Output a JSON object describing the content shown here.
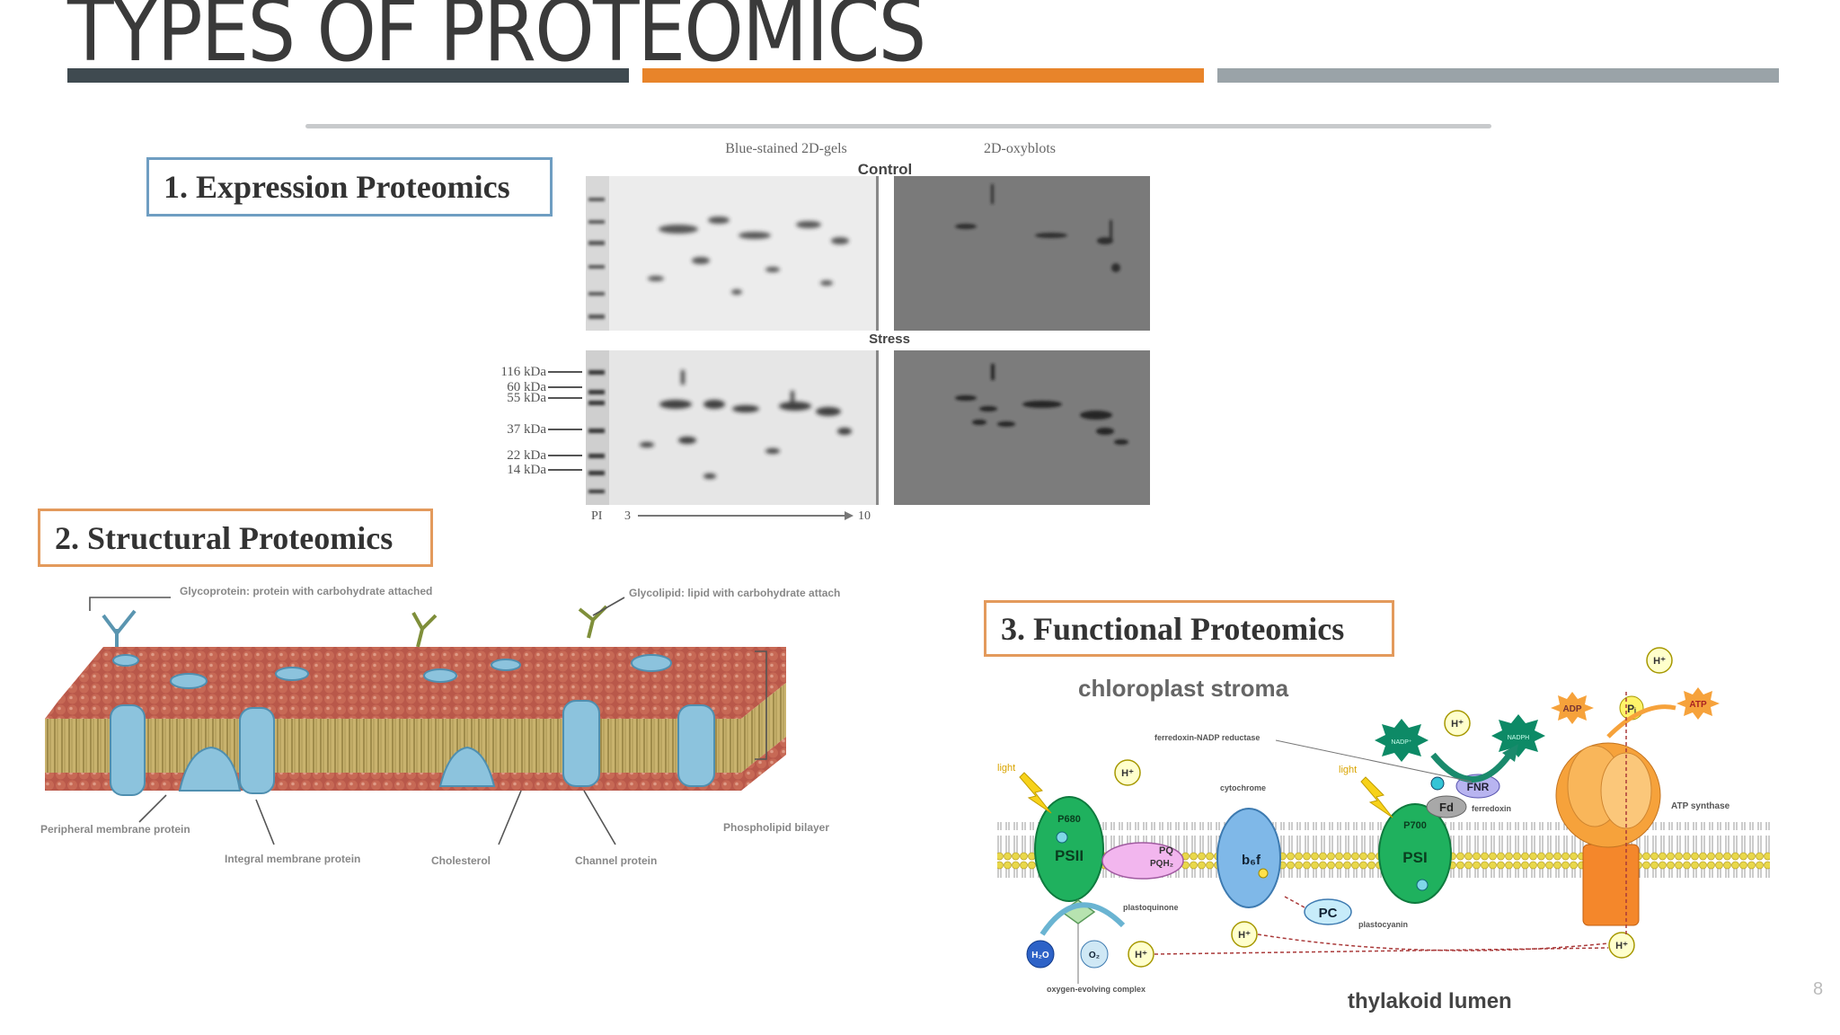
{
  "slide": {
    "title": "TYPES OF PROTEOMICS",
    "page_number": "8",
    "accent_colors": {
      "dark": "#3f4a50",
      "orange": "#e8842a",
      "gray": "#9aa3a8"
    }
  },
  "sections": {
    "expression": {
      "label": "1. Expression Proteomics"
    },
    "structural": {
      "label": "2. Structural Proteomics"
    },
    "functional": {
      "label": "3.  Functional Proteomics"
    }
  },
  "gel_figure": {
    "col_left": "Blue-stained 2D-gels",
    "col_right": "2D-oxyblots",
    "row_top": "Control",
    "row_bottom": "Stress",
    "markers": [
      "116 kDa",
      "60 kDa",
      "55 kDa",
      "37 kDa",
      "22 kDa",
      "14 kDa"
    ],
    "ph_label": "PI",
    "ph_start": "3",
    "ph_end": "10"
  },
  "membrane_figure": {
    "glycoprotein": "Glycoprotein: protein with carbohydrate attached",
    "glycolipid": "Glycolipid: lipid with carbohydrate attached",
    "peripheral": "Peripheral membrane protein",
    "integral": "Integral membrane protein",
    "cholesterol": "Cholesterol",
    "channel": "Channel protein",
    "bilayer": "Phospholipid bilayer"
  },
  "chloroplast_figure": {
    "stroma": "chloroplast stroma",
    "lumen": "thylakoid lumen",
    "light1": "light",
    "light2": "light",
    "p680": "P680",
    "psii": "PSII",
    "p700": "P700",
    "psi": "PSI",
    "pq": "PQ",
    "pqh2": "PQH₂",
    "plastoquinone": "plastoquinone",
    "cytochrome": "cytochrome",
    "b6f": "b₆f",
    "pc": "PC",
    "plastocyanin": "plastocyanin",
    "fd": "Fd",
    "ferredoxin": "ferredoxin",
    "fnr": "FNR",
    "fnr_full": "ferredoxin-NADP reductase",
    "atp_synthase": "ATP synthase",
    "adp": "ADP",
    "pi": "Pᵢ",
    "atp": "ATP",
    "hplus": "H⁺",
    "h2o": "H₂O",
    "o2": "O₂",
    "oec": "oxygen-evolving complex",
    "nadp": "NADP⁺",
    "nadph": "NADPH"
  }
}
